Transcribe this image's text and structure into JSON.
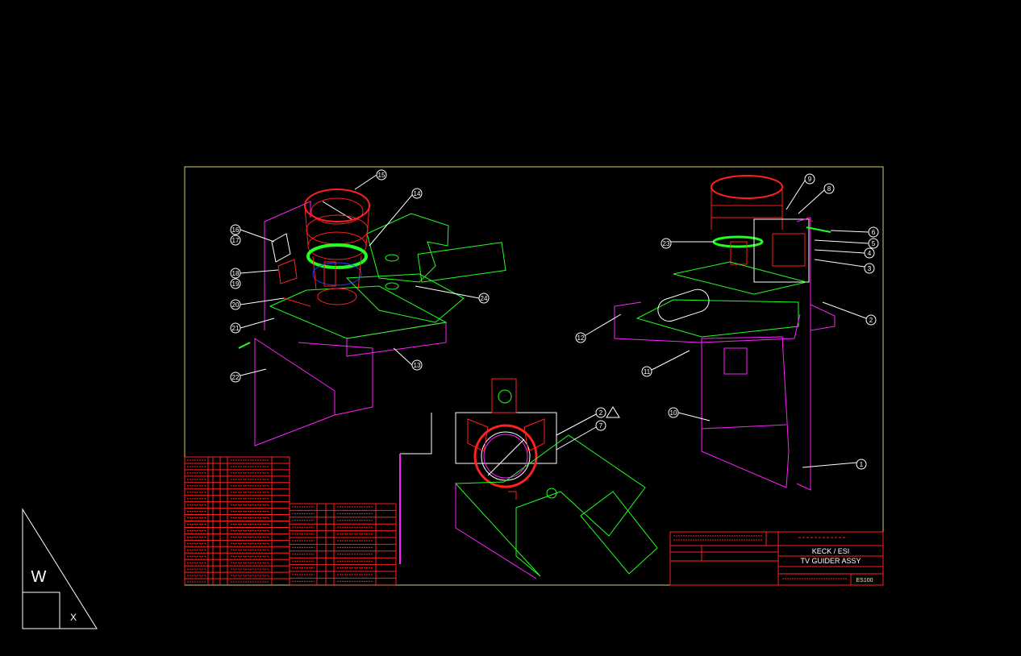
{
  "drawing": {
    "title_line1": "KECK / ESI",
    "title_line2": "TV GUIDER ASSY",
    "drawing_number": "ES100",
    "revision_note": "2",
    "colors": {
      "background": "#000000",
      "border": "#d8c878",
      "red": "#ff2020",
      "green": "#20ff20",
      "magenta": "#ff20ff",
      "white": "#ffffff",
      "blue": "#2040ff",
      "yellow": "#ffff40"
    },
    "balloons": {
      "left_view": [
        "15",
        "14",
        "16",
        "17",
        "18",
        "19",
        "20",
        "21",
        "22",
        "24",
        "13"
      ],
      "right_view": [
        "9",
        "8",
        "23",
        "6",
        "5",
        "4",
        "3",
        "2",
        "12",
        "11",
        "10",
        "1"
      ],
      "bottom_view": [
        "2",
        "7"
      ]
    }
  },
  "ucs_icon": {
    "label_w": "W",
    "label_x": "X"
  }
}
